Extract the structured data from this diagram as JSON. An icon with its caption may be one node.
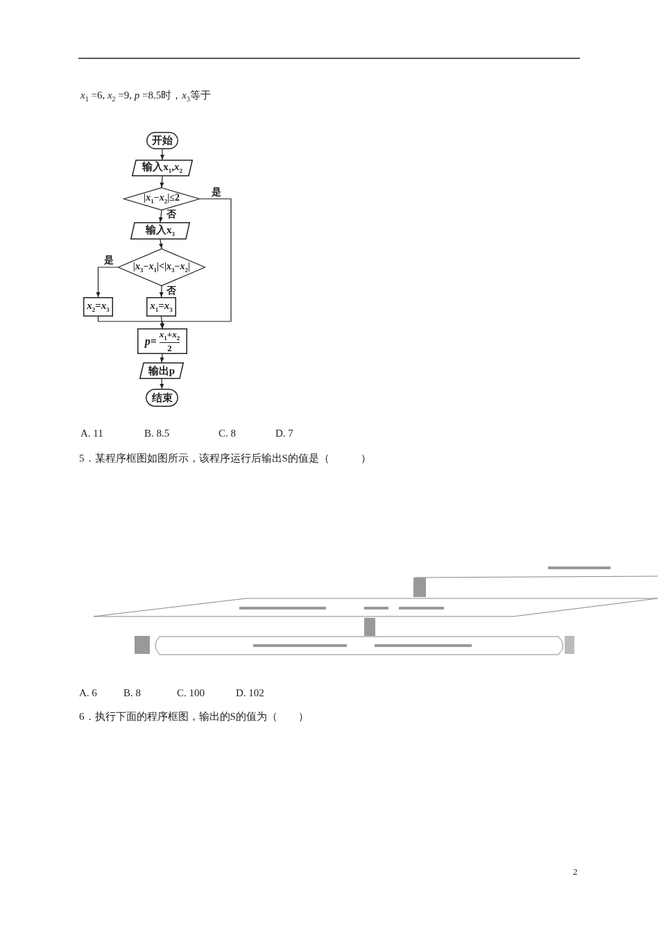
{
  "diagram": {
    "nodes": [
      {
        "text": [
          "开始"
        ]
      },
      {
        "text": [
          "输入x$_{1}$,*x*$_{2}$"
        ]
      },
      {
        "text": [
          "|*x*$_{1}$−*x*$_{2}$|≤2"
        ]
      },
      {
        "text": [
          "输入x$_{3}$"
        ]
      },
      {
        "text": [
          "|*x*$_{3}$−*x*$_{1}$|<|*x*$_{3}$−*x*$_{2}$|"
        ]
      },
      {
        "text": [
          "*x*$_{2}$=*x*$_{3}$"
        ]
      },
      {
        "text": [
          "*x*$_{1}$=*x*$_{3}$"
        ]
      },
      {
        "text": [
          "*p*=",
          "*x*$_{1}$+*x*$_{2}$",
          "2"
        ]
      },
      {
        "text": [
          "输出p"
        ]
      },
      {
        "text": [
          "结束"
        ]
      }
    ],
    "edges": [
      {
        "from": 0,
        "to": 1,
        "arrow": "to"
      },
      {
        "from": 1,
        "to": 2,
        "arrow": "to"
      },
      {
        "from": 2,
        "to": 3,
        "arrow": "to",
        "label": "否"
      },
      {
        "from": 2,
        "to": 7,
        "arrow": "to",
        "label": "是"
      },
      {
        "from": 3,
        "to": 4,
        "arrow": "to"
      },
      {
        "from": 4,
        "to": 5,
        "arrow": "to",
        "label": "是"
      },
      {
        "from": 4,
        "to": 6,
        "arrow": "to",
        "label": "否"
      },
      {
        "from": 5,
        "to": 7,
        "arrow": "to"
      },
      {
        "from": 6,
        "to": 7,
        "arrow": "to"
      },
      {
        "from": 7,
        "to": 8,
        "arrow": "to"
      },
      {
        "from": 8,
        "to": 9,
        "arrow": "to"
      }
    ],
    "labels": [
      "*x*$_{1}$ =6, *x*$_{2}$ =9, *p* =8.5时，*x*$_{3}$等于",
      "A. 11",
      "B. 8.5",
      "C. 8",
      "D. 7",
      "5．某程序框图如图所示，该程序运行后输出S的值是（　　　）",
      "A. 6",
      "B. 8",
      "C. 100",
      "D. 102",
      "6．执行下面的程序框图，输出的S的值为（　　）",
      "2"
    ]
  }
}
